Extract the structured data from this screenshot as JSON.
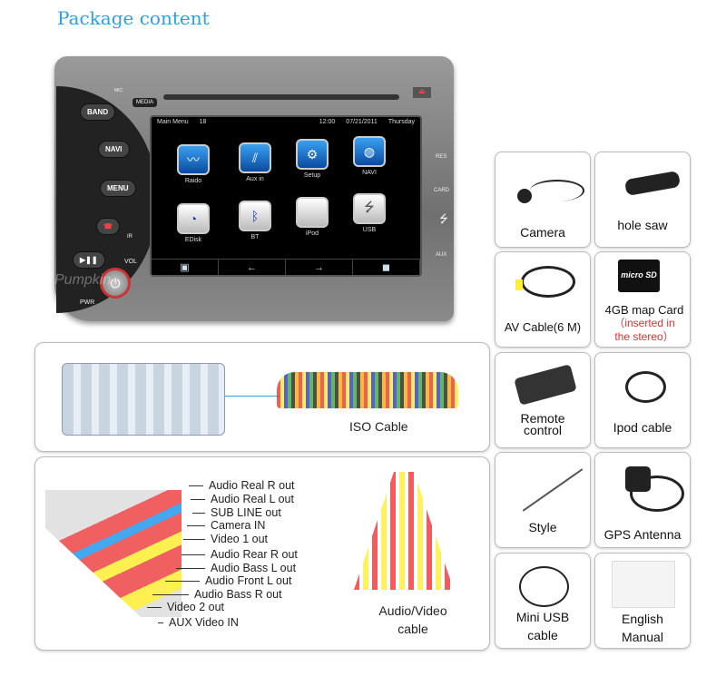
{
  "title": "Package content",
  "radio": {
    "buttons": {
      "band": "BAND",
      "navi": "NAVI",
      "menu": "MENU",
      "vol": "VOL",
      "pwr": "PWR",
      "media": "MEDIA",
      "ir": "IR",
      "mic": "MIC",
      "res": "RES",
      "card": "CARD",
      "aux": "AUX"
    },
    "brand": "Pumpkin",
    "screen": {
      "menu_title": "Main Menu",
      "number": "18",
      "time": "12:00",
      "date": "07/21/2011",
      "day": "Thursday",
      "apps": [
        {
          "label": "Raido",
          "icon": "heartbeat-icon"
        },
        {
          "label": "Aux in",
          "icon": "cables-icon"
        },
        {
          "label": "Setup",
          "icon": "gear-icon"
        },
        {
          "label": "NAVI",
          "icon": "globe-icon"
        },
        {
          "label": "EDisk",
          "icon": "disk-icon"
        },
        {
          "label": "BT",
          "icon": "bluetooth-icon"
        },
        {
          "label": "iPod",
          "icon": "apple-icon"
        },
        {
          "label": "USB",
          "icon": "usb-icon"
        }
      ],
      "nav": [
        "▣",
        "←",
        "→",
        "◼"
      ]
    }
  },
  "iso_cable": {
    "label": "ISO Cable"
  },
  "av_cable": {
    "label_line1": "Audio/Video",
    "label_line2": "cable",
    "outputs": [
      "Audio Real R out",
      "Audio Real L out",
      "SUB LINE out",
      "Camera IN",
      "Video 1 out",
      "Audio Rear R out",
      "Audio Bass L  out",
      "Audio Front L   out",
      "Audio Bass R  out",
      "Video 2  out",
      "AUX Video IN"
    ]
  },
  "items": [
    {
      "name": "camera",
      "label": "Camera"
    },
    {
      "name": "hole-saw",
      "label": "hole saw"
    },
    {
      "name": "av-cable",
      "label": "AV Cable(6 M)"
    },
    {
      "name": "map-card",
      "label": "4GB map Card",
      "note1": "（inserted in",
      "note2": "the stereo）",
      "card_text": "micro SD",
      "card_size": "4GB"
    },
    {
      "name": "remote-control",
      "label": "Remote",
      "label2": "control"
    },
    {
      "name": "ipod-cable",
      "label": "Ipod cable"
    },
    {
      "name": "stylus",
      "label": "Style"
    },
    {
      "name": "gps-antenna",
      "label": "GPS Antenna"
    },
    {
      "name": "mini-usb-cable",
      "label": "Mini USB",
      "label2": "cable"
    },
    {
      "name": "english-manual",
      "label": "English",
      "label2": "Manual"
    }
  ],
  "colors": {
    "title": "#2aa0e8",
    "note": "#e03030"
  }
}
